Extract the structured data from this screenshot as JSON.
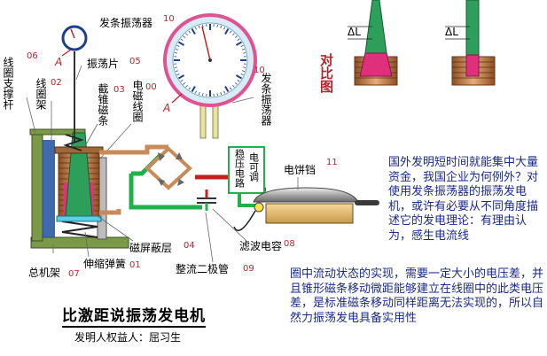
{
  "title": "比激距说振荡发电机",
  "author": "发明人权益人：屈习生",
  "comparison_label": "对比图",
  "delta_l": "ΔL",
  "labels": {
    "oscillator_top": "发条振荡器",
    "oscillator_top_num": "10",
    "oscillator_right": "发条振荡器",
    "oscillator_right_num": "10",
    "coil_support": "线圈支撑杆",
    "coil_support_num": "06",
    "coil_frame": "线圈架",
    "coil_frame_num": "02",
    "vibrating_plate": "振荡片",
    "vibrating_plate_num": "05",
    "cone_magnet": "截锥磁条",
    "cone_magnet_num": "03",
    "em_coil": "电磁线圈",
    "em_coil_num": "00",
    "point_a": "A",
    "regulator": "稳压电路",
    "adjustable": "电可调",
    "electric_iron": "电饼铛",
    "electric_iron_num": "11",
    "magnetic_shield": "磁屏蔽层",
    "magnetic_shield_num": "04",
    "total_frame": "总机架",
    "total_frame_num": "07",
    "spring": "伸缩弹簧",
    "spring_num": "01",
    "rectifier": "整流二极管",
    "rectifier_num": "09",
    "filter_cap": "滤波电容",
    "filter_cap_num": "08"
  },
  "description_1": "国外发明短时间就能集中大量资金，我国企业为何例外？对使用发条振荡器的振荡发电机，或许有必要从不同角度描述它的发电理论：有理由认为，感生电流线",
  "description_2": "圈中流动状态的实现，需要一定大小的电压差，并且锥形磁条移动微距能够建立在线圈中的此类电压差，是标准磁条移动同样距离无法实现的，所以自然力振荡发电具备实用性",
  "colors": {
    "text_blue": "#1a2a8a",
    "label_red": "#b3262b",
    "coil": "#c98a5a",
    "magnet_green": "#2e9e5b",
    "magnet_pink": "#e0307c",
    "wire_green": "#22b04a",
    "wire_red": "#c8201e",
    "clock_rim": "#e15390",
    "frame_olive": "#7a9a48"
  }
}
